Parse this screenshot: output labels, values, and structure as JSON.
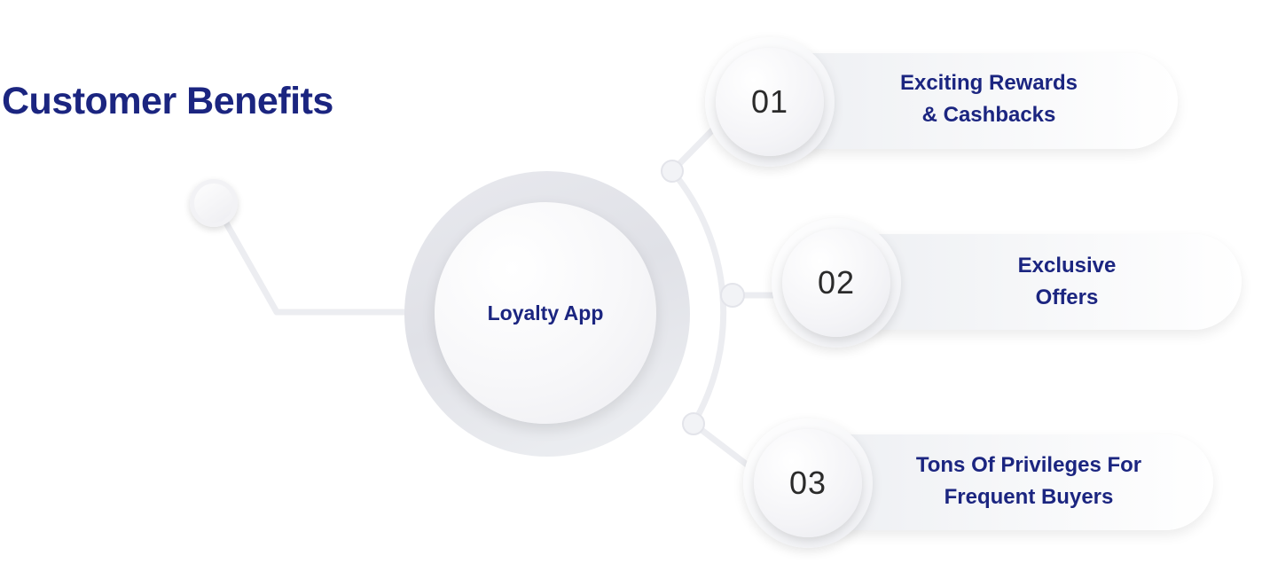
{
  "title": "Customer Benefits",
  "hub": {
    "label": "Loyalty App"
  },
  "benefits": [
    {
      "number": "01",
      "line1": "Exciting Rewards",
      "line2": "& Cashbacks"
    },
    {
      "number": "02",
      "line1": "Exclusive",
      "line2": "Offers"
    },
    {
      "number": "03",
      "line1": "Tons Of Privileges For",
      "line2": "Frequent Buyers"
    }
  ],
  "colors": {
    "title": "#1b2580",
    "text": "#1b2580",
    "number": "#2b2b2b",
    "connector": "#ecedf1"
  }
}
